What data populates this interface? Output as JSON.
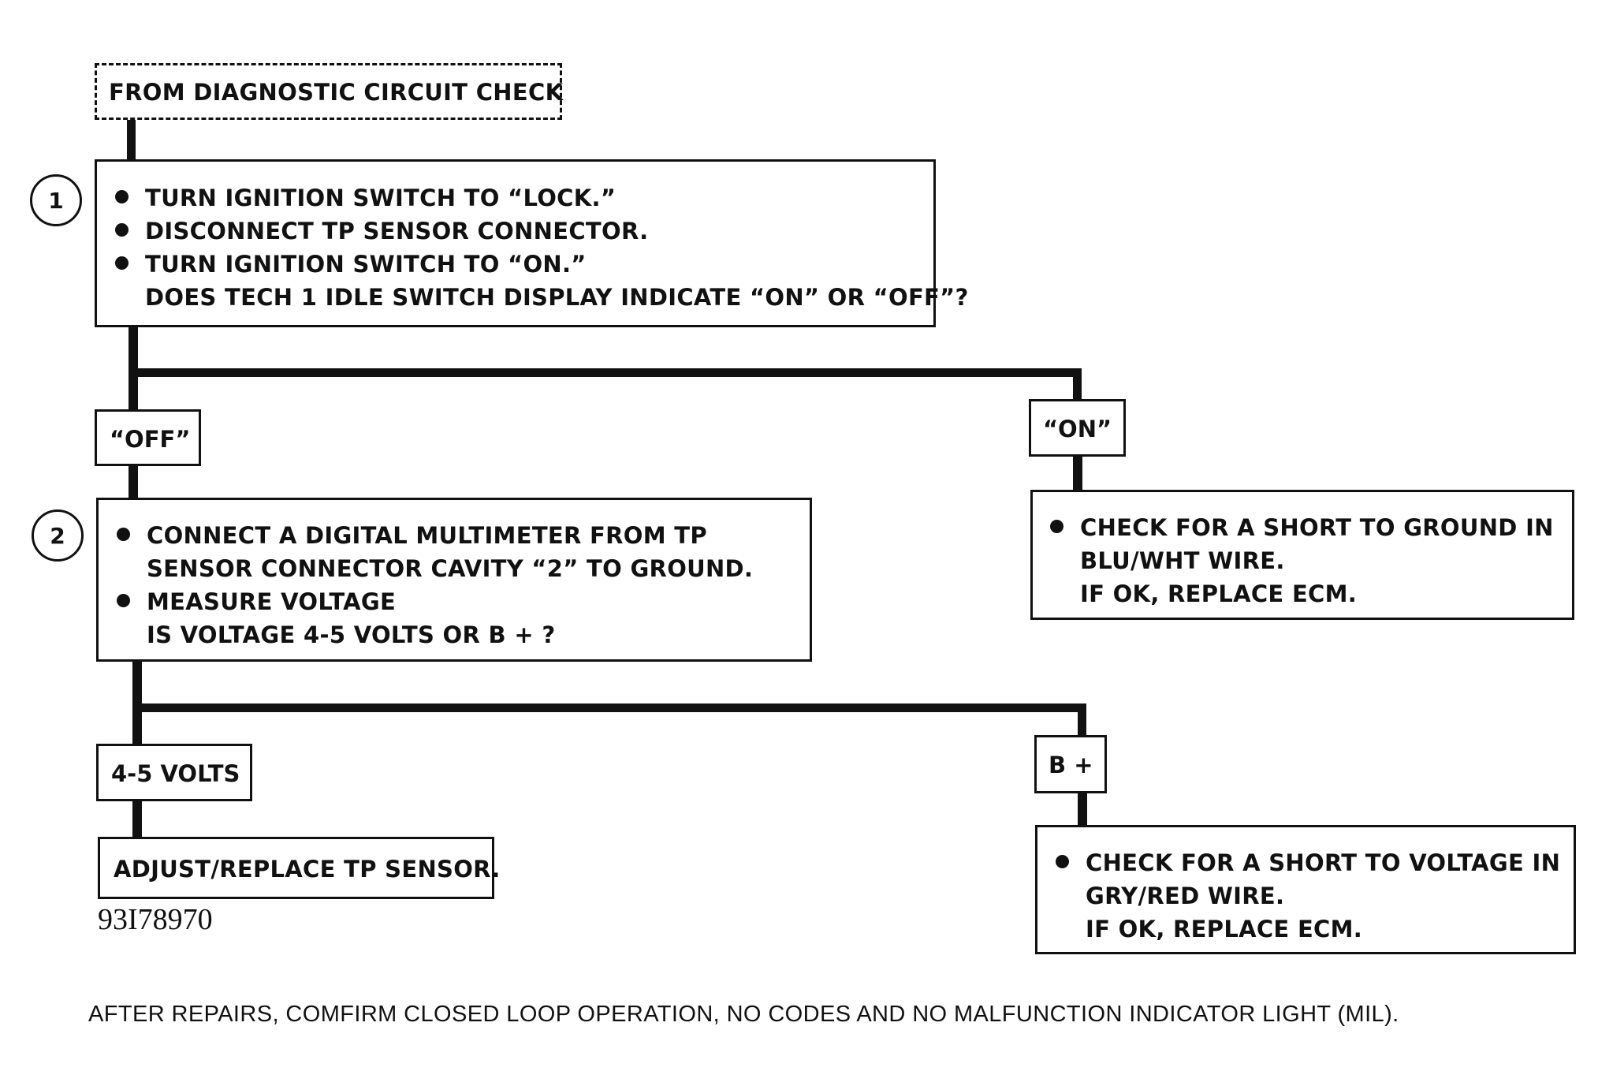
{
  "start": {
    "label": "FROM DIAGNOSTIC CIRCUIT CHECK"
  },
  "step1": {
    "number": "1",
    "bullets": [
      "TURN IGNITION SWITCH TO “LOCK.”",
      "DISCONNECT TP SENSOR CONNECTOR.",
      "TURN IGNITION SWITCH TO “ON.”"
    ],
    "question": "DOES TECH 1 IDLE SWITCH DISPLAY INDICATE “ON” OR “OFF”?"
  },
  "branch1": {
    "off_label": "“OFF”",
    "on_label": "“ON”"
  },
  "on_result": {
    "bullet": "CHECK FOR A SHORT TO GROUND IN BLU/WHT WIRE.",
    "line2": "IF OK, REPLACE ECM."
  },
  "step2": {
    "number": "2",
    "bullets": [
      "CONNECT A DIGITAL MULTIMETER FROM TP SENSOR CONNECTOR CAVITY “2” TO GROUND.",
      "MEASURE VOLTAGE"
    ],
    "question": "IS VOLTAGE 4-5 VOLTS OR B + ?"
  },
  "branch2": {
    "volts_label": "4-5 VOLTS",
    "bplus_label": "B +"
  },
  "volts_result": {
    "text": "ADJUST/REPLACE TP SENSOR."
  },
  "bplus_result": {
    "bullet": "CHECK FOR A SHORT TO VOLTAGE IN GRY/RED WIRE.",
    "line2": "IF OK, REPLACE ECM."
  },
  "figure_id": "93I78970",
  "footer": "AFTER REPAIRS, COMFIRM CLOSED LOOP OPERATION, NO CODES AND NO MALFUNCTION INDICATOR LIGHT (MIL)."
}
